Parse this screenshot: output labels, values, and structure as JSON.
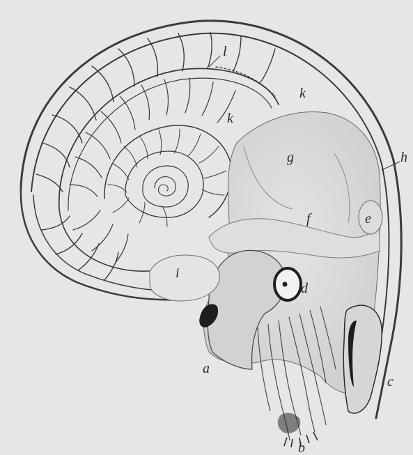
{
  "figure": {
    "labels": {
      "a": "a",
      "b": "b",
      "c": "c",
      "d": "d",
      "e": "e",
      "f": "f",
      "g": "g",
      "h": "h",
      "i": "i",
      "k_inner": "k",
      "k_outer": "k",
      "l": "l"
    },
    "colors": {
      "background": "#e6e6e4",
      "ink": "#3a3a3a",
      "body": "#d9d9d7",
      "shadow": "#2a2a2a"
    }
  }
}
